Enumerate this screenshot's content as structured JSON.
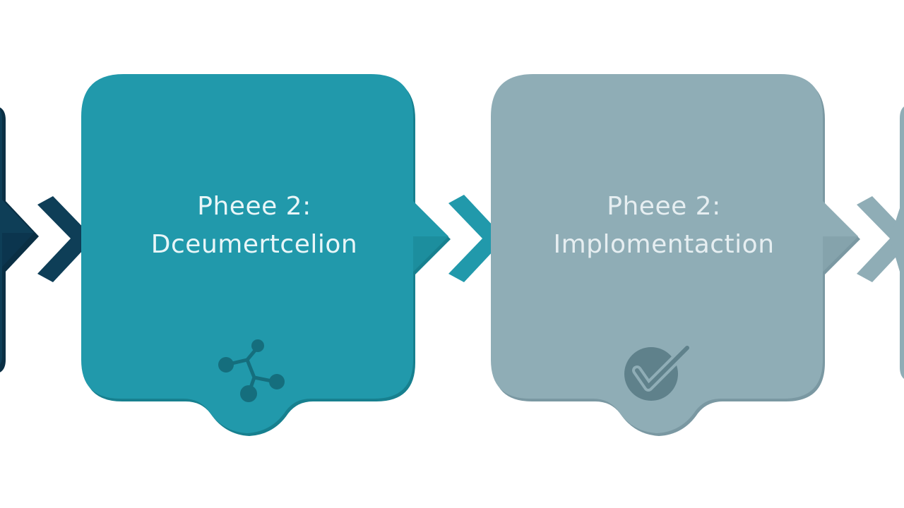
{
  "diagram": {
    "type": "process-flow",
    "background": "#ffffff",
    "steps": [
      {
        "id": "phase-1-partial",
        "visible": "partial-left-edge",
        "title": "",
        "subtitle": "",
        "color": "#0e3e57",
        "shade": "#0a2f44"
      },
      {
        "id": "phase-2-documentation",
        "title": "Pheee 2:",
        "subtitle": "Dceumertcelion",
        "color": "#2199ab",
        "shade": "#17808f",
        "icon": "network-nodes-icon",
        "icon_color": "#156e7d"
      },
      {
        "id": "phase-2-implementation",
        "title": "Pheee 2:",
        "subtitle": "Implomentaction",
        "color": "#8fadb6",
        "shade": "#7a98a2",
        "icon": "checkmark-badge-icon",
        "icon_color": "#5f818b"
      },
      {
        "id": "phase-next-partial",
        "visible": "partial-right-edge",
        "title": "",
        "subtitle": "",
        "color": "#8fadb6",
        "shade": "#7a98a2"
      }
    ],
    "connectors": [
      {
        "from": "phase-1-partial",
        "to": "phase-2-documentation",
        "icon": "chevron-right-icon",
        "color": "#0e3e57"
      },
      {
        "from": "phase-2-documentation",
        "to": "phase-2-implementation",
        "icon": "chevron-right-icon",
        "color": "#2199ab"
      },
      {
        "from": "phase-2-implementation",
        "to": "phase-next-partial",
        "icon": "chevron-right-icon",
        "color": "#8fadb6"
      }
    ]
  }
}
